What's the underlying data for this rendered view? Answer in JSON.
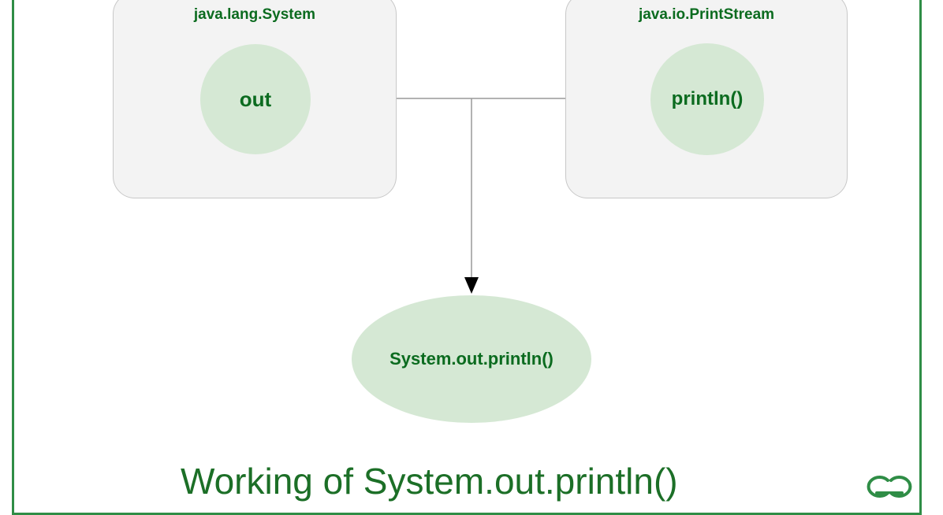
{
  "diagram": {
    "left_class": {
      "title": "java.lang.System",
      "member": "out"
    },
    "right_class": {
      "title": "java.io.PrintStream",
      "member": "println()"
    },
    "result": {
      "label": "System.out.println()"
    },
    "caption": "Working of System.out.println()"
  },
  "colors": {
    "frame": "#2f8d46",
    "box_fill": "#f3f3f3",
    "box_border": "#c8c8c8",
    "member_fill": "#d5e8d4",
    "text": "#0b6b1f",
    "caption": "#1c6f27",
    "connector": "#999999",
    "arrow": "#000000"
  },
  "logo": {
    "icon": "gfg-logo-icon"
  }
}
